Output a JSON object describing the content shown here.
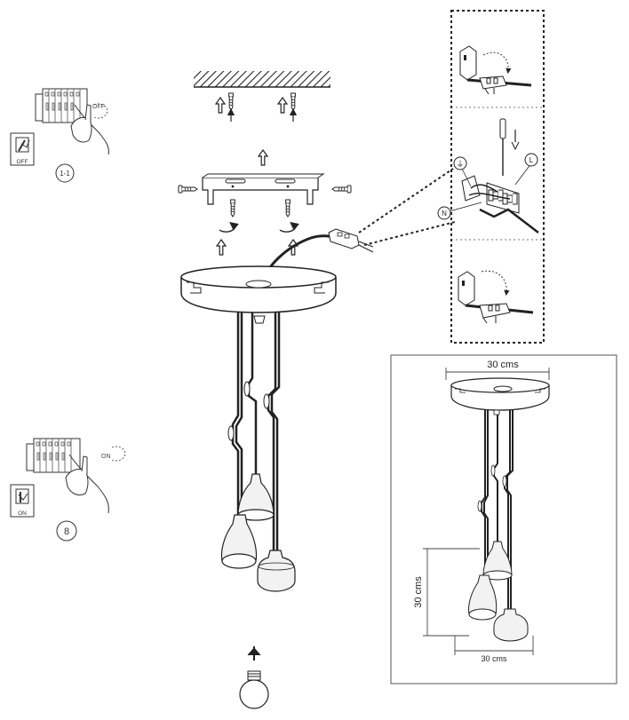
{
  "steps": {
    "off_step": "1-1",
    "on_step": "8"
  },
  "switch": {
    "off_label": "OFF",
    "on_label": "ON"
  },
  "terminals": {
    "earth": "⏚",
    "live": "L",
    "neutral": "N"
  },
  "dimensions": {
    "width_top": "30 cms",
    "height": "30 cms",
    "width_bottom": "30 cms"
  },
  "icons": [
    "breaker-hand-icon",
    "wall-switch-icon",
    "screw-icon",
    "screwdriver-icon",
    "arrow-up-icon",
    "rotate-icon",
    "light-bulb-icon"
  ],
  "colors": {
    "ink": "#222222",
    "shade": "#f2f2f2"
  }
}
